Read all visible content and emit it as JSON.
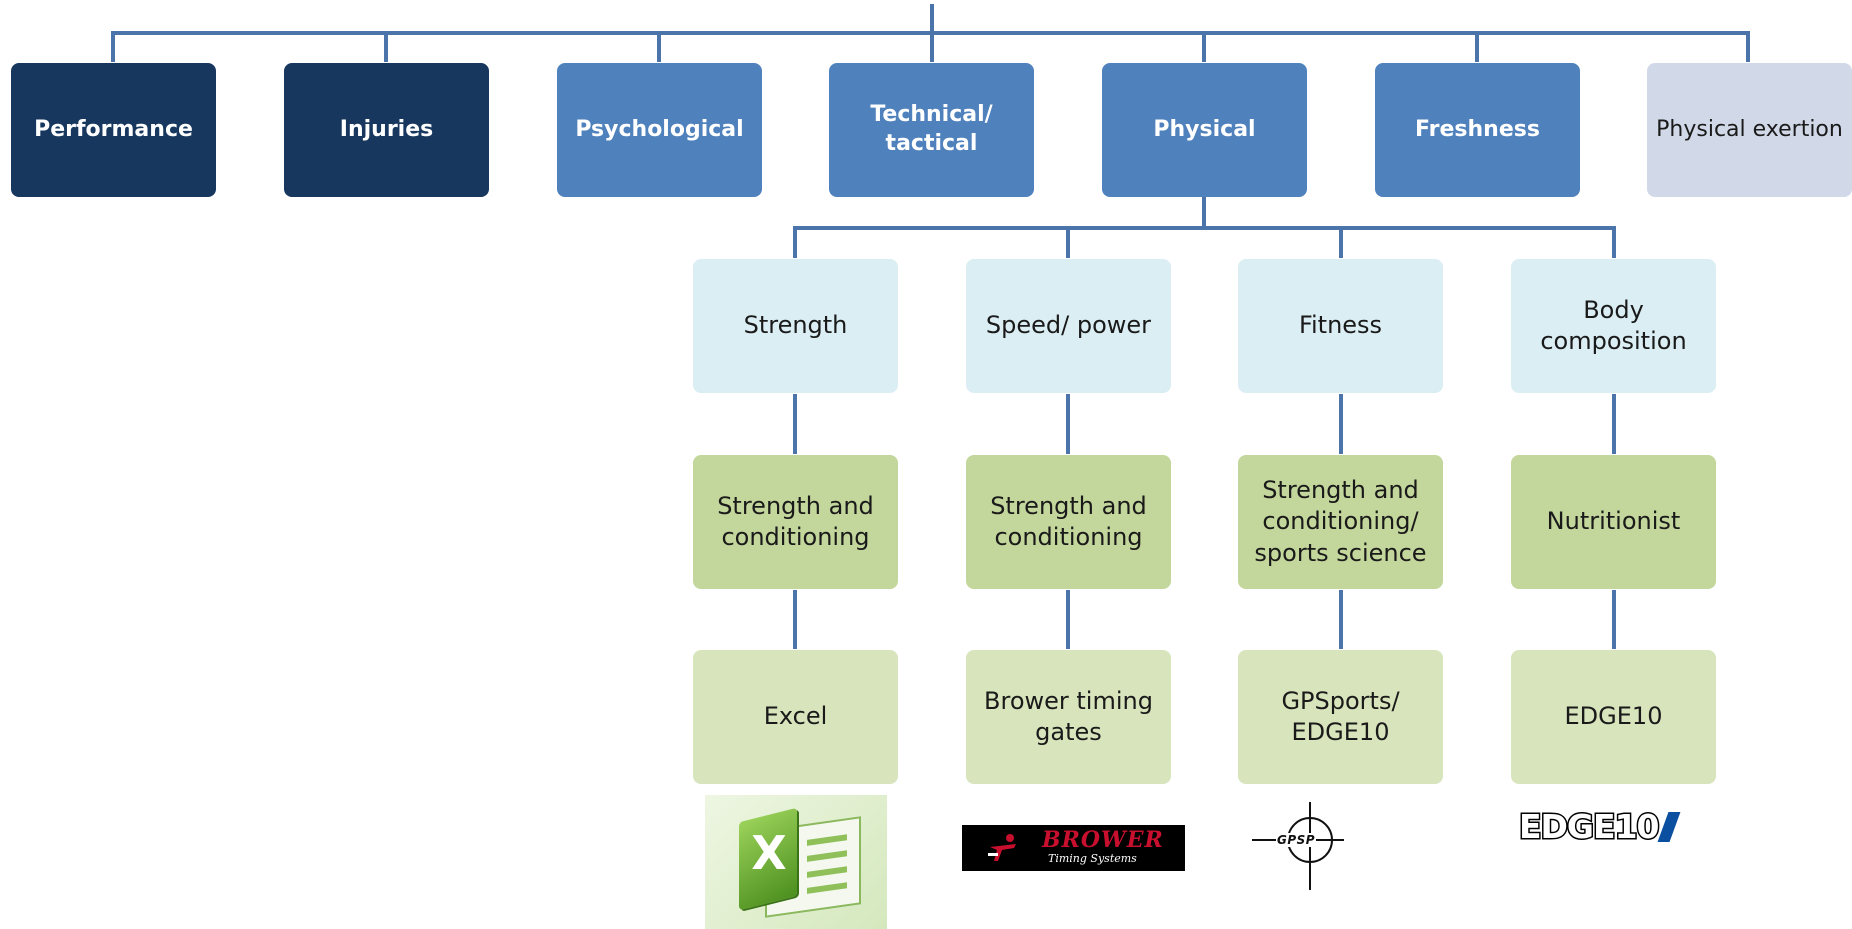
{
  "top_nodes": [
    {
      "label": "Performance"
    },
    {
      "label": "Injuries"
    },
    {
      "label": "Psychological"
    },
    {
      "label": "Technical/\ntactical"
    },
    {
      "label": "Physical"
    },
    {
      "label": "Freshness"
    },
    {
      "label": "Physical exertion"
    }
  ],
  "physical_branches": [
    {
      "attribute": "Strength",
      "provider": "Strength and\nconditioning",
      "tool": "Excel"
    },
    {
      "attribute": "Speed/ power",
      "provider": "Strength and\nconditioning",
      "tool": "Brower timing\ngates"
    },
    {
      "attribute": "Fitness",
      "provider": "Strength and\nconditioning/\nsports science",
      "tool": "GPSports/\nEDGE10"
    },
    {
      "attribute": "Body\ncomposition",
      "provider": "Nutritionist",
      "tool": "EDGE10"
    }
  ],
  "logos": {
    "excel": {
      "glyph": "X"
    },
    "brower": {
      "name": "BROWER",
      "tagline": "Timing Systems"
    },
    "gpsports": {
      "text": "GPSP"
    },
    "edge10": {
      "text": "EDGE10"
    }
  },
  "colors": {
    "connector": "#4a74aa",
    "top_dark": "#17375e",
    "top_mid": "#4f81bd",
    "top_light": "#d1d9e8",
    "attribute_bg": "#dbeef3",
    "provider_bg": "#c3d69b",
    "tool_bg": "#d7e4bc"
  }
}
